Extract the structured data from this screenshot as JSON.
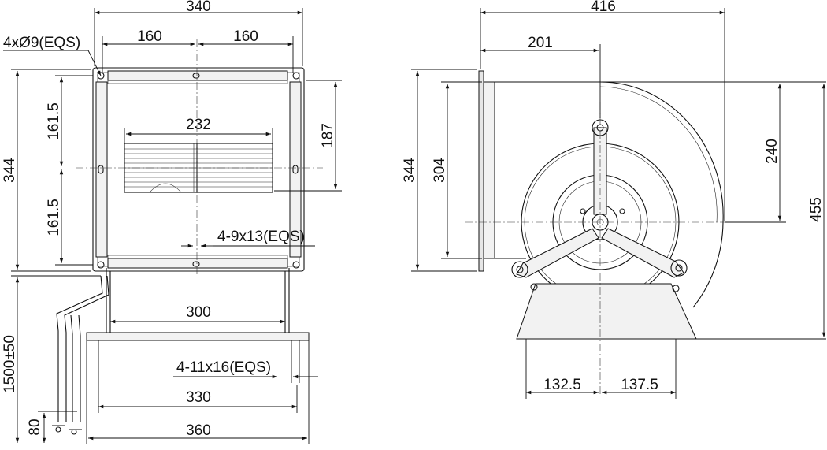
{
  "front_view": {
    "overall_width": "340",
    "hole_note": "4xØ9(EQS)",
    "hole_spacing_left": "160",
    "hole_spacing_right": "160",
    "overall_height": "344",
    "upper_half": "161.5",
    "lower_half": "161.5",
    "outlet_width": "232",
    "outlet_height": "187",
    "slot_note": "4-9x13(EQS)",
    "base_width": "300",
    "base_slot_note": "4-11x16(EQS)",
    "base_hole_spacing": "330",
    "base_overall": "360",
    "cable_length": "1500±50",
    "lead_strip": "80"
  },
  "side_view": {
    "overall_length": "416",
    "flange_to_axis": "201",
    "flange_height": "344",
    "outlet_height": "304",
    "axis_to_top": "240",
    "overall_height": "455",
    "foot_left": "132.5",
    "foot_right": "137.5"
  }
}
